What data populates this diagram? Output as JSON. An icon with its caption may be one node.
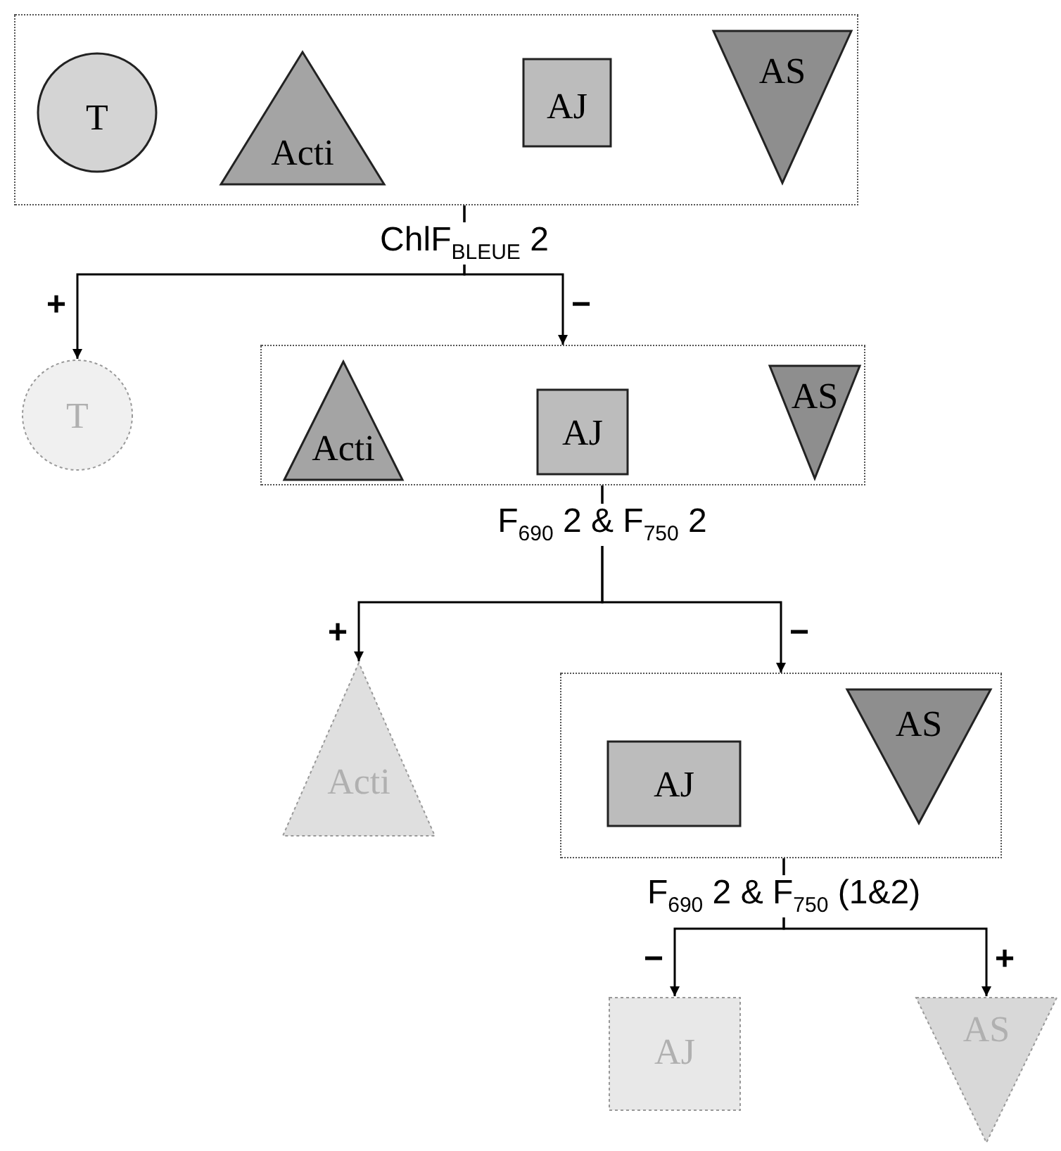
{
  "diagram": {
    "nodes": [
      {
        "text": [],
        "shape": "box",
        "beside": [
          "ChlF$_{BLEUE}$ 2"
        ]
      },
      {
        "text": [
          "T"
        ],
        "in": 0
      },
      {
        "text": [
          "Acti"
        ],
        "in": 0
      },
      {
        "text": [
          "AJ"
        ],
        "in": 0
      },
      {
        "text": [
          "AS"
        ],
        "in": 0
      },
      {
        "text": [
          "T"
        ]
      },
      {
        "text": [],
        "shape": "box",
        "beside": [
          "F$_{690}$ 2 & F$_{750}$ 2"
        ]
      },
      {
        "text": [
          "Acti"
        ],
        "in": 6
      },
      {
        "text": [
          "AJ"
        ],
        "in": 6
      },
      {
        "text": [
          "AS"
        ],
        "in": 6
      },
      {
        "text": [
          "Acti"
        ]
      },
      {
        "text": [],
        "shape": "box",
        "beside": [
          "F$_{690}$ 2 & F$_{750}$ (1&2)"
        ]
      },
      {
        "text": [
          "AJ"
        ],
        "in": 11
      },
      {
        "text": [
          "AS"
        ],
        "in": 11
      },
      {
        "text": [
          "AJ"
        ]
      },
      {
        "text": [
          "AS"
        ]
      }
    ],
    "edges": [
      {
        "from": 0,
        "to": 5,
        "arrow": "to",
        "label": "+"
      },
      {
        "from": 0,
        "to": 6,
        "arrow": "to",
        "label": "−"
      },
      {
        "from": 6,
        "to": 10,
        "arrow": "to",
        "label": "+"
      },
      {
        "from": 6,
        "to": 11,
        "arrow": "to",
        "label": "−"
      },
      {
        "from": 11,
        "to": 14,
        "arrow": "to",
        "label": "−"
      },
      {
        "from": 11,
        "to": 15,
        "arrow": "to",
        "label": "+"
      }
    ]
  }
}
